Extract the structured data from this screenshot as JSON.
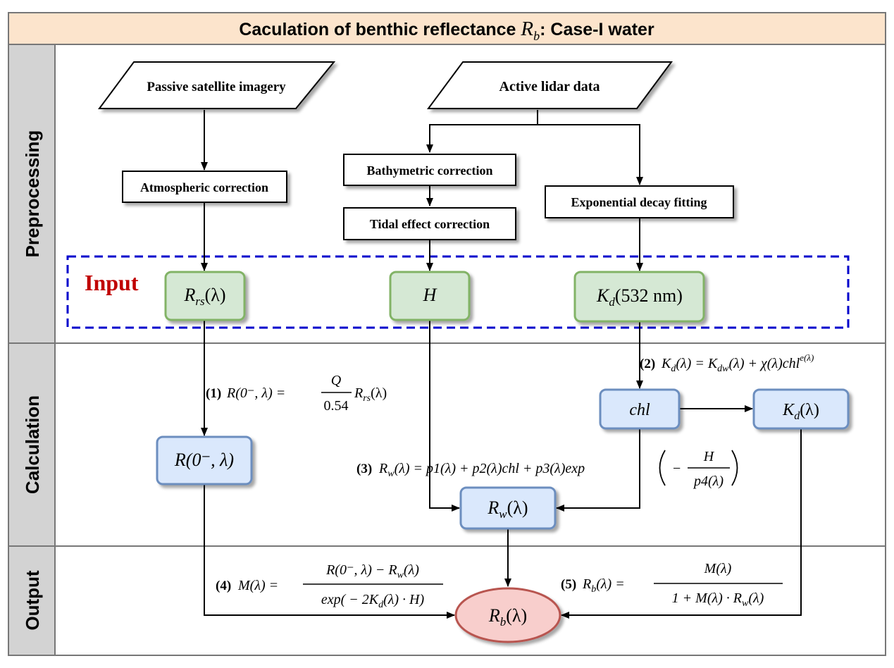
{
  "header": {
    "title_prefix": "Caculation of benthic reflectance ",
    "title_symbol": "R",
    "title_symbol_sub": "b",
    "title_suffix": ":  Case-I water"
  },
  "lanes": {
    "preprocessing": "Preprocessing",
    "calculation": "Calculation",
    "output": "Output"
  },
  "inputs": {
    "passive": "Passive satellite imagery",
    "active": "Active lidar data"
  },
  "steps": {
    "atmospheric": "Atmospheric correction",
    "bathymetric": "Bathymetric correction",
    "tidal": "Tidal effect correction",
    "exponential": "Exponential decay fitting"
  },
  "input_group_label": "Input",
  "nodes": {
    "rrs": {
      "main": "R",
      "sub": "rs",
      "tail": "(λ)"
    },
    "h": {
      "main": "H"
    },
    "kd532": {
      "main": "K",
      "sub": "d",
      "tail": "(532 nm)"
    },
    "r0": {
      "main": "R(0⁻, λ)"
    },
    "chl": {
      "main": "chl"
    },
    "kd": {
      "main": "K",
      "sub": "d",
      "tail": "(λ)"
    },
    "rw": {
      "main": "R",
      "sub": "w",
      "tail": "(λ)"
    },
    "rb": {
      "main": "R",
      "sub": "b",
      "tail": "(λ)"
    }
  },
  "equations": {
    "eq1": {
      "num": "(1)",
      "lhs": "R(0⁻, λ)  = ",
      "frac_num": "Q",
      "frac_den": "0.54",
      "rhs": "R",
      "rhs_sub": "rs",
      "rhs_tail": "(λ)"
    },
    "eq2": {
      "num": "(2)",
      "text": "K",
      "sub1": "d",
      "mid": "(λ) = K",
      "sub2": "dw",
      "mid2": "(λ) + χ(λ)chl",
      "sup": "e(λ)"
    },
    "eq3": {
      "num": "(3)",
      "text": "R",
      "sub": "w",
      "mid": "(λ) = p1(λ) + p2(λ)chl + p3(λ)exp",
      "frac_num": "H",
      "frac_den": "p4(λ)",
      "minus": "−"
    },
    "eq4": {
      "num": "(4)",
      "lhs": "M(λ) = ",
      "frac_num": "R(0⁻, λ) − R",
      "frac_num_sub": "w",
      "frac_num_tail": "(λ)",
      "frac_den": "exp( − 2K",
      "frac_den_sub": "d",
      "frac_den_tail": "(λ) · H)"
    },
    "eq5": {
      "num": "(5)",
      "lhs": "R",
      "lhs_sub": "b",
      "lhs_tail": "(λ) = ",
      "frac_num": "M(λ)",
      "frac_den": "1 + M(λ) · R",
      "frac_den_sub": "w",
      "frac_den_tail": "(λ)"
    }
  },
  "colors": {
    "header_bg": "#fce4cc",
    "lane_bg": "#d3d3d3",
    "input_fill": "#d5e8d4",
    "input_stroke": "#82b366",
    "calc_fill": "#dae8fc",
    "calc_stroke": "#6c8ebf",
    "output_fill": "#f8cecc",
    "output_stroke": "#b85450",
    "input_label": "#c00000",
    "dashed": "#0000cc"
  }
}
